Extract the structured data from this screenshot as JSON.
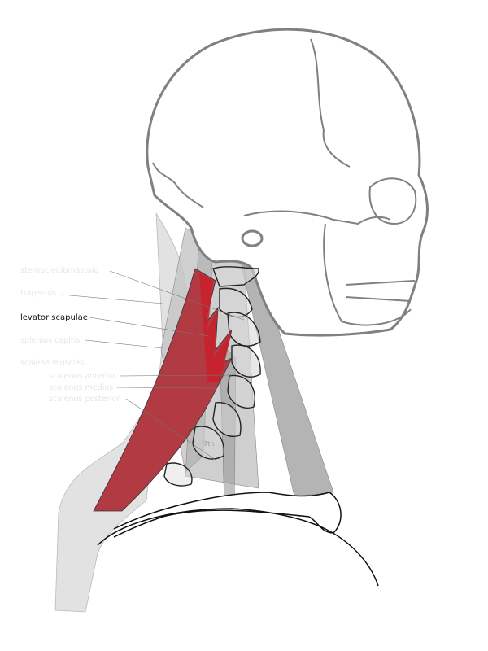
{
  "labels": {
    "sternocleidomastoid": "sternocleidomastoid",
    "trapezius": "trapezius",
    "levator_scapulae": "levator scapulae",
    "splenius_capitis": "splenius capitis",
    "scalene_muscles": "scalene muscles",
    "scalenus_anterior": "scalenus anterior",
    "scalenus_medius": "scalenus medius",
    "scalenus_posterior": "scalenus posterior",
    "vertebra_7th": "7th"
  },
  "highlighted": "levator scapulae",
  "colors": {
    "highlight_muscle": "#b23a42",
    "highlight_muscle_bright": "#c8202a",
    "muscle_gray": "#a8a8a8",
    "label_faint": "#e6e6e6",
    "label_active": "#111111",
    "skull_stroke": "#808080"
  }
}
